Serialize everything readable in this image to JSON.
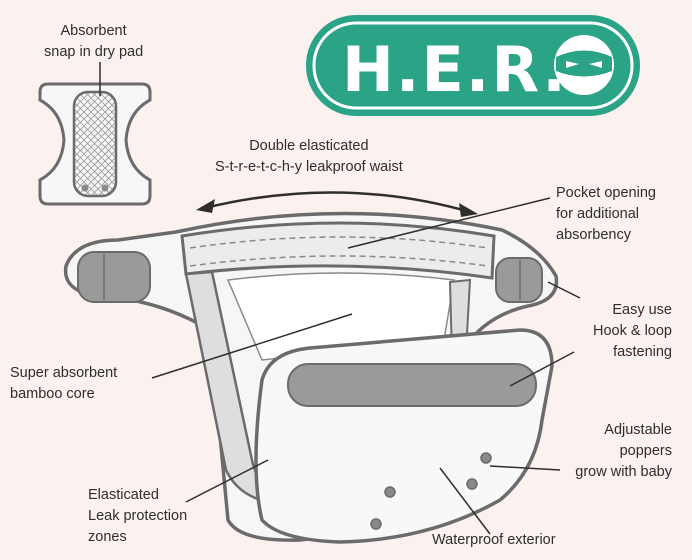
{
  "brand": {
    "logo_text": "H.E.R.",
    "badge_color": "#2aa387",
    "outline_color": "#23927a",
    "logo_icon": "ninja-face-icon"
  },
  "colors": {
    "background": "#fbf1ef",
    "line": "#6b6b6b",
    "fill_light": "#f6f6f6",
    "fill_mid": "#e3e3e3",
    "tab_gray": "#9a9a9a"
  },
  "labels": {
    "snap_pad": {
      "line1": "Absorbent",
      "line2": "snap in dry pad"
    },
    "waist": {
      "line1": "Double elasticated",
      "line2": "S-t-r-e-t-c-h-y leakproof waist"
    },
    "pocket": {
      "line1": "Pocket opening",
      "line2": "for additional",
      "line3": "absorbency"
    },
    "fastening": {
      "line1": "Easy use",
      "line2": "Hook & loop",
      "line3": "fastening"
    },
    "core": {
      "line1": "Super absorbent",
      "line2": "bamboo core"
    },
    "poppers": {
      "line1": "Adjustable",
      "line2": "poppers",
      "line3": "grow with baby"
    },
    "leak": {
      "line1": "Elasticated",
      "line2": "Leak protection",
      "line3": "zones"
    },
    "exterior": {
      "line1": "Waterproof exterior"
    }
  }
}
